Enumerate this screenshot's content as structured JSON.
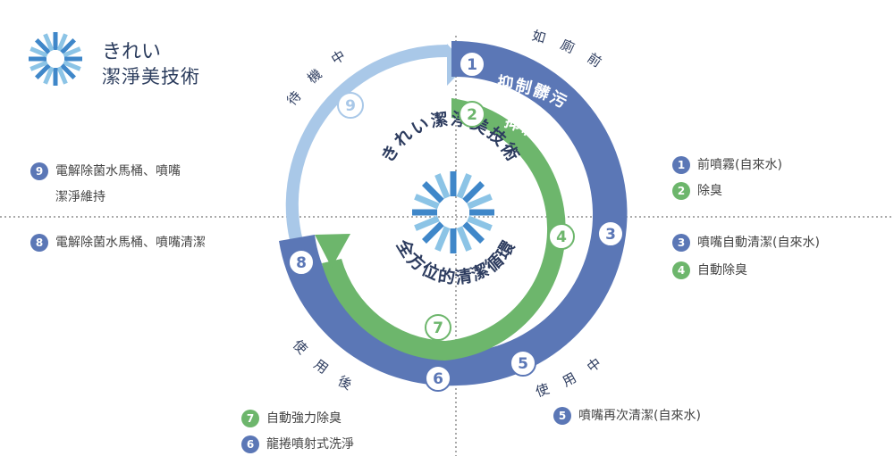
{
  "brand": {
    "name": "きれい",
    "subtitle": "潔淨美技術"
  },
  "center": {
    "top_arc": "きれい潔淨美技術",
    "bottom_arc": "全方位的清潔循環"
  },
  "phases": {
    "before": "如廁前",
    "during": "使用中",
    "after": "使用後",
    "standby": "待機中"
  },
  "ring_labels": {
    "step1": "抑制髒污",
    "step2": "抑制臭味"
  },
  "steps": [
    {
      "num": "1",
      "text": "前噴霧(自來水)"
    },
    {
      "num": "2",
      "text": "除臭"
    },
    {
      "num": "3",
      "text": "噴嘴自動清潔(自來水)"
    },
    {
      "num": "4",
      "text": "自動除臭"
    },
    {
      "num": "5",
      "text": "噴嘴再次清潔(自來水)"
    },
    {
      "num": "6",
      "text": "龍捲噴射式洗淨"
    },
    {
      "num": "7",
      "text": "自動強力除臭"
    },
    {
      "num": "8",
      "text": "電解除菌水馬桶、噴嘴清潔"
    },
    {
      "num": "9",
      "text": "電解除菌水馬桶、噴嘴",
      "text_cont": "潔淨維持"
    }
  ],
  "colors": {
    "dark_blue": "#5b77b6",
    "light_blue": "#a9c8e8",
    "green": "#6db66c",
    "brand_blue": "#3f87c9",
    "brand_light": "#8cc4e6"
  }
}
